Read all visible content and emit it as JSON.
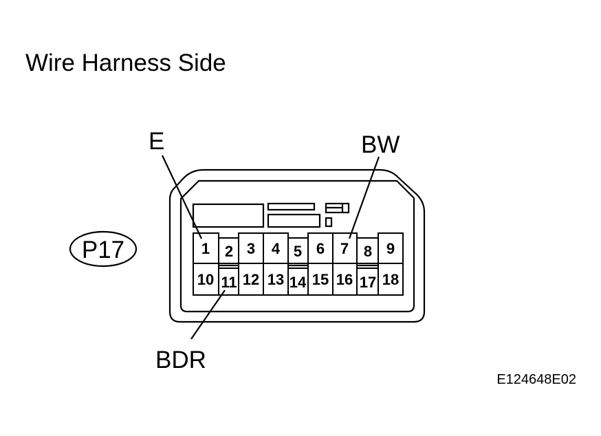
{
  "title": "Wire Harness Side",
  "connector": {
    "id": "P17",
    "view": "Wire Harness Side",
    "pins_top_row": [
      "1",
      "2",
      "3",
      "4",
      "5",
      "6",
      "7",
      "8",
      "9"
    ],
    "pins_bottom_row": [
      "10",
      "11",
      "12",
      "13",
      "14",
      "15",
      "16",
      "17",
      "18"
    ]
  },
  "labels": {
    "e": "E",
    "bw": "BW",
    "bdr": "BDR"
  },
  "callouts": [
    {
      "label": "E",
      "pin": "1"
    },
    {
      "label": "BW",
      "pin": "7"
    },
    {
      "label": "BDR",
      "pin": "11"
    }
  ],
  "figure_code": "E124648E02"
}
